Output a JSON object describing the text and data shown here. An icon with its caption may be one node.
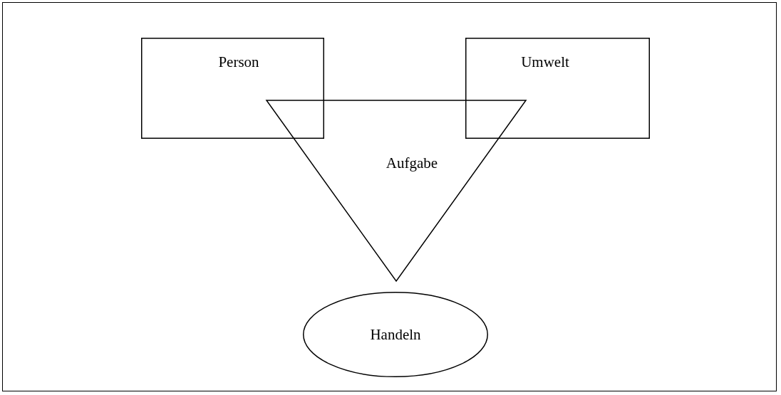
{
  "diagram": {
    "nodes": [
      {
        "text": [
          "Person"
        ]
      },
      {
        "text": [
          "Umwelt"
        ]
      },
      {
        "text": [
          "Aufgabe"
        ]
      },
      {
        "text": [
          "Handeln"
        ]
      }
    ]
  }
}
